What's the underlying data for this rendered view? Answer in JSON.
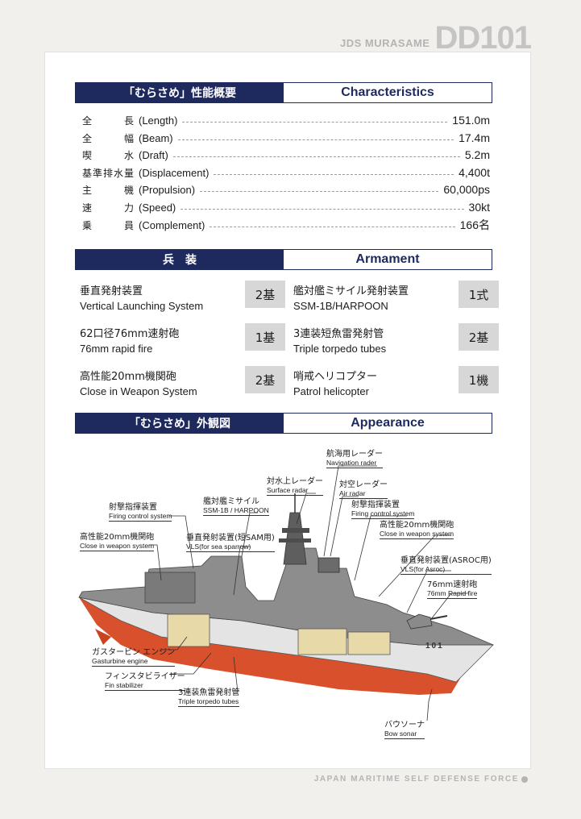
{
  "header": {
    "subtitle": "JDS MURASAME",
    "code": "DD101"
  },
  "characteristics": {
    "title_jp": "「むらさめ」性能概要",
    "title_en": "Characteristics",
    "rows": [
      {
        "jp": "全長",
        "en": "(Length)",
        "value": "151.0m"
      },
      {
        "jp": "全幅",
        "en": "(Beam)",
        "value": "17.4m"
      },
      {
        "jp": "喫水",
        "en": "(Draft)",
        "value": "5.2m"
      },
      {
        "jp": "基準排水量",
        "en": "(Displacement)",
        "value": "4,400t"
      },
      {
        "jp": "主機",
        "en": "(Propulsion)",
        "value": "60,000ps"
      },
      {
        "jp": "速力",
        "en": "(Speed)",
        "value": "30kt"
      },
      {
        "jp": "乗員",
        "en": "(Complement)",
        "value": "166名"
      }
    ]
  },
  "armament": {
    "title_jp": "兵　装",
    "title_en": "Armament",
    "items": [
      {
        "jp": "垂直発射装置",
        "en": "Vertical Launching System",
        "count": "2基"
      },
      {
        "jp": "艦対艦ミサイル発射装置",
        "en": "SSM-1B/HARPOON",
        "count": "1式"
      },
      {
        "jp": "62口径76mm速射砲",
        "en": "76mm rapid fire",
        "count": "1基"
      },
      {
        "jp": "3連装短魚雷発射管",
        "en": "Triple torpedo tubes",
        "count": "2基"
      },
      {
        "jp": "高性能20mm機関砲",
        "en": "Close in Weapon System",
        "count": "2基"
      },
      {
        "jp": "哨戒ヘリコプター",
        "en": "Patrol helicopter",
        "count": "1機"
      }
    ]
  },
  "appearance": {
    "title_jp": "「むらさめ」外観図",
    "title_en": "Appearance",
    "hull_number": "101",
    "labels": [
      {
        "jp": "航海用レーダー",
        "en": "Navigation rader"
      },
      {
        "jp": "対水上レーダー",
        "en": "Surface radar"
      },
      {
        "jp": "対空レーダー",
        "en": "Air radar"
      },
      {
        "jp": "射撃指揮装置",
        "en": "Firing control system"
      },
      {
        "jp": "艦対艦ミサイル",
        "en": "SSM-1B / HARPOON"
      },
      {
        "jp": "射撃指揮装置",
        "en": "Firing control system"
      },
      {
        "jp": "高性能20mm機関砲",
        "en": "Close in weapon system"
      },
      {
        "jp": "垂直発射装置(短SAM用)",
        "en": "VLS(for sea sparrow)"
      },
      {
        "jp": "高性能20mm機関砲",
        "en": "Close in weapon system"
      },
      {
        "jp": "垂直発射装置(ASROC用)",
        "en": "VLS(for Asroc)"
      },
      {
        "jp": "76mm速射砲",
        "en": "76mm Rapid fire"
      },
      {
        "jp": "ガスタービン エンジン",
        "en": "Gasturbine engine"
      },
      {
        "jp": "フィンスタビライザー",
        "en": "Fin stabilizer"
      },
      {
        "jp": "3連装魚雷発射管",
        "en": "Triple torpedo tubes"
      },
      {
        "jp": "バウソーナ",
        "en": "Bow sonar"
      }
    ]
  },
  "footer": {
    "text": "JAPAN MARITIME SELF DEFENSE FORCE"
  },
  "colors": {
    "navy": "#1e2a5e",
    "hull_red": "#d9512c",
    "gray_box": "#d7d7d7",
    "header_gray": "#c4c4c4"
  }
}
